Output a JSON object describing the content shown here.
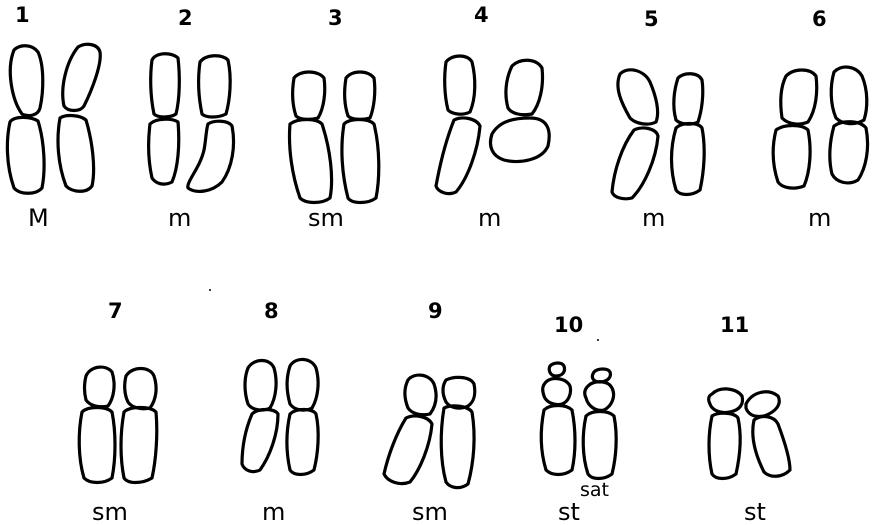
{
  "karyotype": {
    "chromosomes": [
      {
        "number": "1",
        "type": "M"
      },
      {
        "number": "2",
        "type": "m"
      },
      {
        "number": "3",
        "type": "sm"
      },
      {
        "number": "4",
        "type": "m"
      },
      {
        "number": "5",
        "type": "m"
      },
      {
        "number": "6",
        "type": "m"
      },
      {
        "number": "7",
        "type": "sm"
      },
      {
        "number": "8",
        "type": "m"
      },
      {
        "number": "9",
        "type": "sm"
      },
      {
        "number": "10",
        "type": "st",
        "superscript": "sat"
      },
      {
        "number": "11",
        "type": "st"
      }
    ]
  }
}
